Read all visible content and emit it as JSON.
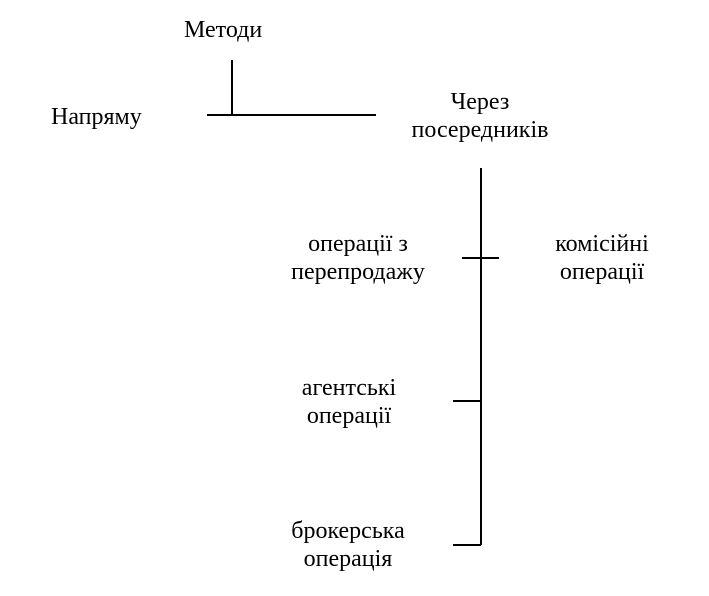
{
  "diagram": {
    "root": "Методи",
    "direct": "Напряму",
    "intermediary": {
      "line1": "Через",
      "line2": "посередників"
    },
    "operations": {
      "resale": {
        "line1": "операції з",
        "line2": "перепродажу"
      },
      "commission": {
        "line1": "комісійні",
        "line2": "операції"
      },
      "agency": {
        "line1": "агентські",
        "line2": "операції"
      },
      "brokerage": {
        "line1": "брокерська",
        "line2": "операція"
      }
    }
  }
}
